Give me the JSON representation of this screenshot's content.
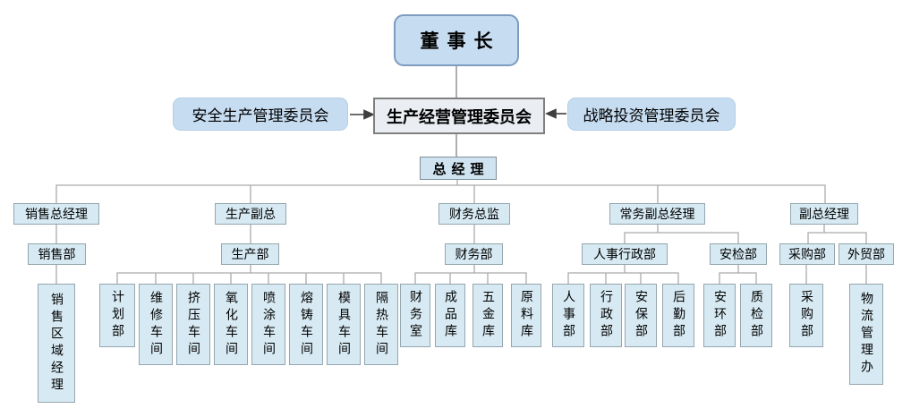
{
  "org_chart": {
    "type": "organization-chart",
    "chairman": {
      "label": "董事长"
    },
    "committees": {
      "left": {
        "label": "安全生产管理委员会"
      },
      "center": {
        "label": "生产经营管理委员会"
      },
      "right": {
        "label": "战略投资管理委员会"
      }
    },
    "general_manager": {
      "label": "总经理"
    },
    "executives": [
      {
        "label": "销售总经理"
      },
      {
        "label": "生产副总"
      },
      {
        "label": "财务总监"
      },
      {
        "label": "常务副总经理"
      },
      {
        "label": "副总经理"
      }
    ],
    "departments": [
      {
        "label": "销售部"
      },
      {
        "label": "生产部"
      },
      {
        "label": "财务部"
      },
      {
        "label": "人事行政部"
      },
      {
        "label": "安检部"
      },
      {
        "label": "采购部"
      },
      {
        "label": "外贸部"
      }
    ],
    "units": {
      "sales": [
        {
          "label": "销售区域经理"
        }
      ],
      "production": [
        {
          "label": "计划部"
        },
        {
          "label": "维修车间"
        },
        {
          "label": "挤压车间"
        },
        {
          "label": "氧化车间"
        },
        {
          "label": "喷涂车间"
        },
        {
          "label": "熔铸车间"
        },
        {
          "label": "模具车间"
        },
        {
          "label": "隔热车间"
        }
      ],
      "finance": [
        {
          "label": "财务室"
        },
        {
          "label": "成品库"
        },
        {
          "label": "五金库"
        },
        {
          "label": "原料库"
        }
      ],
      "hr_admin": [
        {
          "label": "人事部"
        },
        {
          "label": "行政部"
        },
        {
          "label": "安保部"
        },
        {
          "label": "后勤部"
        }
      ],
      "safety": [
        {
          "label": "安环部"
        },
        {
          "label": "质检部"
        }
      ],
      "purchasing": [
        {
          "label": "采购部"
        }
      ],
      "trade": [
        {
          "label": "物流管理办"
        }
      ]
    },
    "colors": {
      "node_fill": "#d7eaf3",
      "node_border": "#94a6ae",
      "rounded_fill": "#c6dcf1",
      "chairman_border": "#7d9cc0",
      "center_committee_fill": "#eaeef3",
      "center_committee_border": "#7f7f7f",
      "connector": "#a9a9a9",
      "arrow": "#3f3f3f"
    }
  }
}
